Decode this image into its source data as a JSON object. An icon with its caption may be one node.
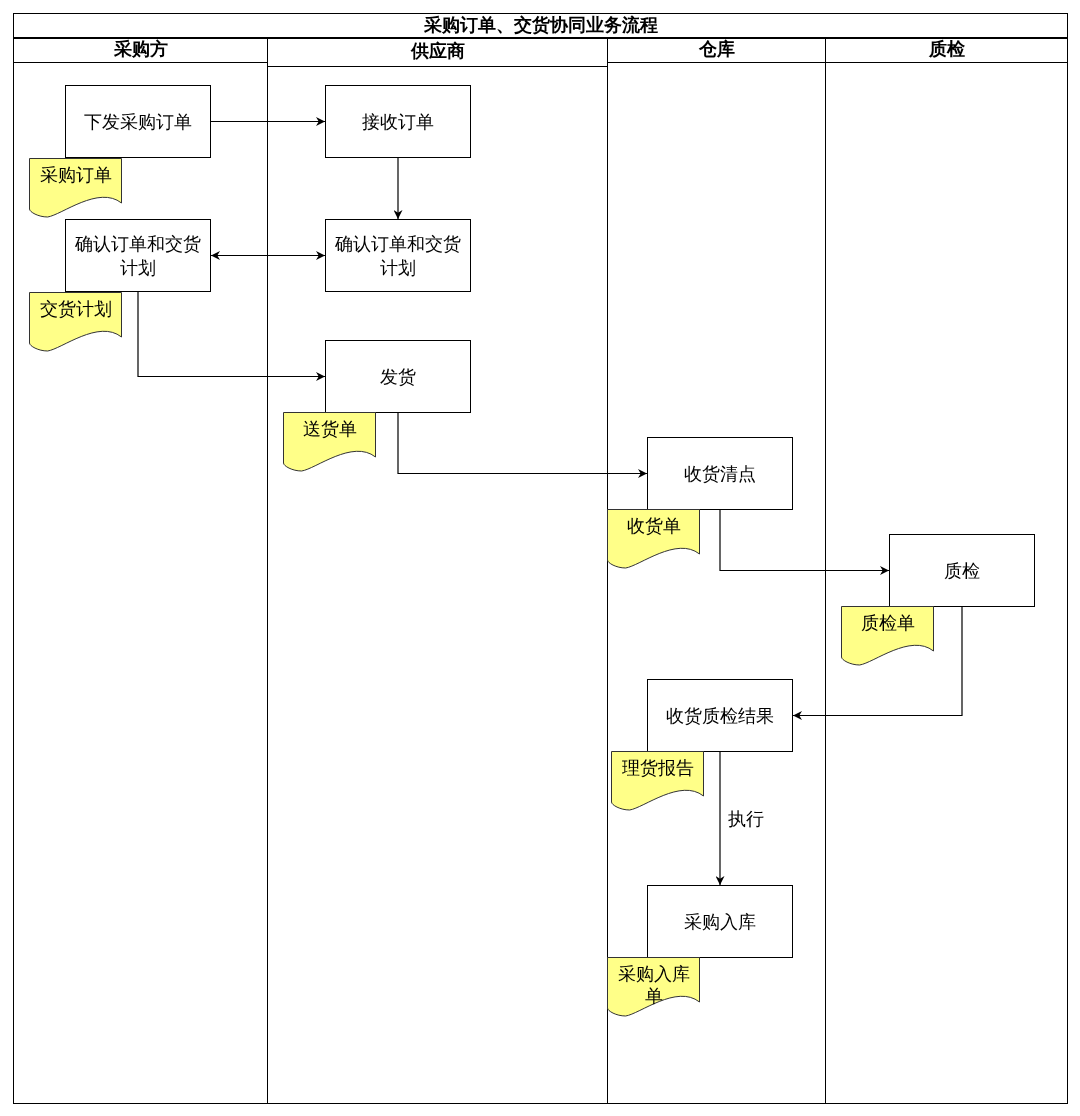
{
  "diagram": {
    "nodes": [
      {
        "text": [
          "采购订单、交货协同业务流程"
        ]
      },
      {
        "text": [
          "采购方"
        ],
        "in": 0
      },
      {
        "text": [
          "供应商"
        ],
        "in": 0
      },
      {
        "text": [
          "仓库"
        ],
        "in": 0
      },
      {
        "text": [
          "质检"
        ],
        "in": 0
      },
      {
        "text": [
          "下发采购订单"
        ],
        "in": 1
      },
      {
        "text": [
          "采购订单"
        ],
        "in": 1
      },
      {
        "text": [
          "确认订单和交货计划"
        ],
        "in": 1
      },
      {
        "text": [
          "交货计划"
        ],
        "in": 1
      },
      {
        "text": [
          "接收订单"
        ],
        "in": 2
      },
      {
        "text": [
          "确认订单和交货计划"
        ],
        "in": 2
      },
      {
        "text": [
          "发货"
        ],
        "in": 2
      },
      {
        "text": [
          "送货单"
        ],
        "in": 2
      },
      {
        "text": [
          "收货清点"
        ],
        "in": 3
      },
      {
        "text": [
          "收货单"
        ],
        "in": 3
      },
      {
        "text": [
          "质检"
        ],
        "in": 4
      },
      {
        "text": [
          "质检单"
        ],
        "in": 4
      },
      {
        "text": [
          "收货质检结果"
        ],
        "in": 3
      },
      {
        "text": [
          "理货报告"
        ],
        "in": 3
      },
      {
        "text": [
          "采购入库"
        ],
        "in": 3
      },
      {
        "text": [
          "采购入库单"
        ],
        "in": 3
      }
    ],
    "edges": [
      {
        "from": 5,
        "to": 9,
        "arrow": "to"
      },
      {
        "from": 9,
        "to": 10,
        "arrow": "to"
      },
      {
        "from": 7,
        "to": 10,
        "arrow": "both"
      },
      {
        "from": 7,
        "to": 11,
        "arrow": "to"
      },
      {
        "from": 11,
        "to": 13,
        "arrow": "to"
      },
      {
        "from": 13,
        "to": 15,
        "arrow": "to"
      },
      {
        "from": 15,
        "to": 17,
        "arrow": "to"
      },
      {
        "from": 17,
        "to": 19,
        "arrow": "to",
        "label": "执行"
      }
    ]
  }
}
